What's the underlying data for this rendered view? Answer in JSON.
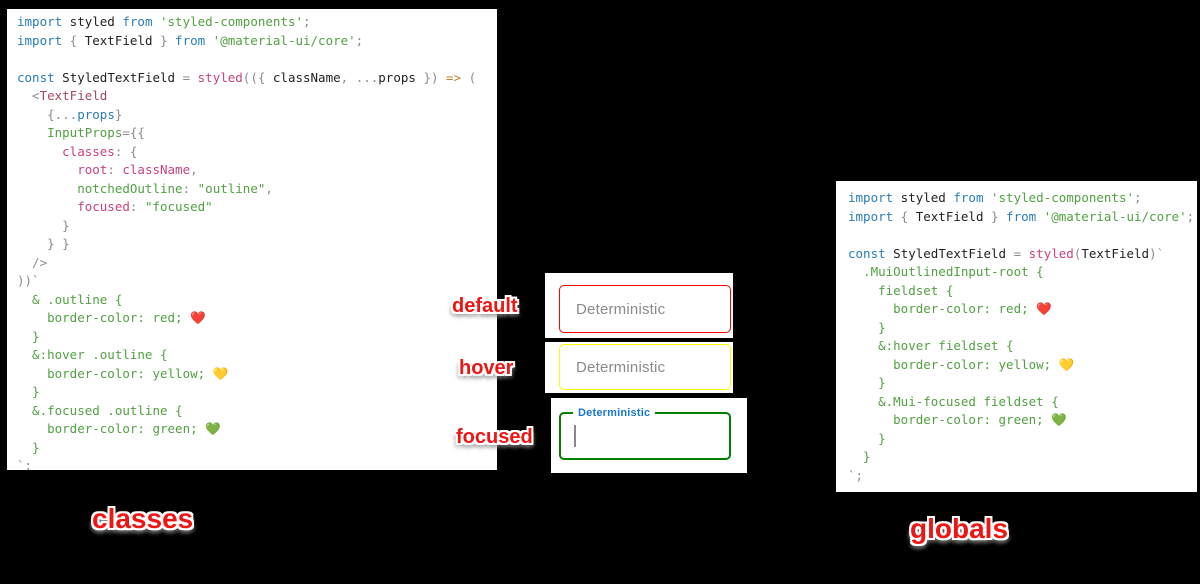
{
  "annotations": {
    "default": "default",
    "hover": "hover",
    "focused": "focused",
    "classes": "classes",
    "globals": "globals"
  },
  "fields": {
    "default": {
      "label": "Deterministic",
      "border_color": "red"
    },
    "hover": {
      "label": "Deterministic",
      "border_color": "yellow"
    },
    "focused": {
      "label": "Deterministic",
      "border_color": "green",
      "label_color": "#1976d2"
    }
  },
  "colors": {
    "canvas_bg": "#000000",
    "panel_bg": "#ffffff",
    "annotation_red": "#ee1515",
    "field_label_grey": "#8a8a8a",
    "focused_label_blue": "#1976d2",
    "cursor_grey": "#888888",
    "syntax": {
      "kw": "#2b7bb9",
      "id": "#222222",
      "str": "#52a043",
      "css": "#52a043",
      "pink": "#c74283",
      "jsx": "#a5485f",
      "grey": "#8c8c8c",
      "arrow": "#c87f33",
      "emoji": "#222222"
    }
  },
  "left_code": {
    "lines": [
      [
        {
          "c": "kw",
          "t": "import"
        },
        {
          "c": "id",
          "t": " styled "
        },
        {
          "c": "kw",
          "t": "from"
        },
        {
          "c": "str",
          "t": " 'styled-components'"
        },
        {
          "c": "grey",
          "t": ";"
        }
      ],
      [
        {
          "c": "kw",
          "t": "import"
        },
        {
          "c": "grey",
          "t": " { "
        },
        {
          "c": "id",
          "t": "TextField"
        },
        {
          "c": "grey",
          "t": " } "
        },
        {
          "c": "kw",
          "t": "from"
        },
        {
          "c": "str",
          "t": " '@material-ui/core'"
        },
        {
          "c": "grey",
          "t": ";"
        }
      ],
      [],
      [
        {
          "c": "kw",
          "t": "const"
        },
        {
          "c": "id",
          "t": " StyledTextField "
        },
        {
          "c": "grey",
          "t": "= "
        },
        {
          "c": "pink",
          "t": "styled"
        },
        {
          "c": "grey",
          "t": "(({ "
        },
        {
          "c": "id",
          "t": "className"
        },
        {
          "c": "grey",
          "t": ", ..."
        },
        {
          "c": "id",
          "t": "props"
        },
        {
          "c": "grey",
          "t": " }) "
        },
        {
          "c": "arrow",
          "t": "=>"
        },
        {
          "c": "grey",
          "t": " ("
        }
      ],
      [
        {
          "c": "grey",
          "t": "  <"
        },
        {
          "c": "jsx",
          "t": "TextField"
        }
      ],
      [
        {
          "c": "grey",
          "t": "    {..."
        },
        {
          "c": "kw",
          "t": "props"
        },
        {
          "c": "grey",
          "t": "}"
        }
      ],
      [
        {
          "c": "str",
          "t": "    InputProps"
        },
        {
          "c": "grey",
          "t": "={{"
        }
      ],
      [
        {
          "c": "pink",
          "t": "      classes"
        },
        {
          "c": "grey",
          "t": ": {"
        }
      ],
      [
        {
          "c": "pink",
          "t": "        root"
        },
        {
          "c": "grey",
          "t": ": "
        },
        {
          "c": "pink",
          "t": "className"
        },
        {
          "c": "grey",
          "t": ","
        }
      ],
      [
        {
          "c": "str",
          "t": "        notchedOutline"
        },
        {
          "c": "grey",
          "t": ": "
        },
        {
          "c": "str",
          "t": "\"outline\""
        },
        {
          "c": "grey",
          "t": ","
        }
      ],
      [
        {
          "c": "pink",
          "t": "        focused"
        },
        {
          "c": "grey",
          "t": ": "
        },
        {
          "c": "str",
          "t": "\"focused\""
        }
      ],
      [
        {
          "c": "grey",
          "t": "      }"
        }
      ],
      [
        {
          "c": "grey",
          "t": "    } }"
        }
      ],
      [
        {
          "c": "grey",
          "t": "  />"
        }
      ],
      [
        {
          "c": "grey",
          "t": "))`"
        }
      ],
      [
        {
          "c": "css",
          "t": "  & .outline {"
        }
      ],
      [
        {
          "c": "css",
          "t": "    border-color: red; "
        },
        {
          "c": "emoji",
          "t": "❤️"
        }
      ],
      [
        {
          "c": "css",
          "t": "  }"
        }
      ],
      [
        {
          "c": "css",
          "t": "  &:hover .outline {"
        }
      ],
      [
        {
          "c": "css",
          "t": "    border-color: yellow; "
        },
        {
          "c": "emoji",
          "t": "💛"
        }
      ],
      [
        {
          "c": "css",
          "t": "  }"
        }
      ],
      [
        {
          "c": "css",
          "t": "  &.focused .outline {"
        }
      ],
      [
        {
          "c": "css",
          "t": "    border-color: green; "
        },
        {
          "c": "emoji",
          "t": "💚"
        }
      ],
      [
        {
          "c": "css",
          "t": "  }"
        }
      ],
      [
        {
          "c": "grey",
          "t": "`;"
        }
      ]
    ]
  },
  "right_code": {
    "lines": [
      [
        {
          "c": "kw",
          "t": "import"
        },
        {
          "c": "id",
          "t": " styled "
        },
        {
          "c": "kw",
          "t": "from"
        },
        {
          "c": "str",
          "t": " 'styled-components'"
        },
        {
          "c": "grey",
          "t": ";"
        }
      ],
      [
        {
          "c": "kw",
          "t": "import"
        },
        {
          "c": "grey",
          "t": " { "
        },
        {
          "c": "id",
          "t": "TextField"
        },
        {
          "c": "grey",
          "t": " } "
        },
        {
          "c": "kw",
          "t": "from"
        },
        {
          "c": "str",
          "t": " '@material-ui/core'"
        },
        {
          "c": "grey",
          "t": ";"
        }
      ],
      [],
      [
        {
          "c": "kw",
          "t": "const"
        },
        {
          "c": "id",
          "t": " StyledTextField "
        },
        {
          "c": "grey",
          "t": "= "
        },
        {
          "c": "pink",
          "t": "styled"
        },
        {
          "c": "grey",
          "t": "("
        },
        {
          "c": "id",
          "t": "TextField"
        },
        {
          "c": "grey",
          "t": ")`"
        }
      ],
      [
        {
          "c": "css",
          "t": "  .MuiOutlinedInput-root {"
        }
      ],
      [
        {
          "c": "css",
          "t": "    fieldset {"
        }
      ],
      [
        {
          "c": "css",
          "t": "      border-color: red; "
        },
        {
          "c": "emoji",
          "t": "❤️"
        }
      ],
      [
        {
          "c": "css",
          "t": "    }"
        }
      ],
      [
        {
          "c": "css",
          "t": "    &:hover fieldset {"
        }
      ],
      [
        {
          "c": "css",
          "t": "      border-color: yellow; "
        },
        {
          "c": "emoji",
          "t": "💛"
        }
      ],
      [
        {
          "c": "css",
          "t": "    }"
        }
      ],
      [
        {
          "c": "css",
          "t": "    &.Mui-focused fieldset {"
        }
      ],
      [
        {
          "c": "css",
          "t": "      border-color: green; "
        },
        {
          "c": "emoji",
          "t": "💚"
        }
      ],
      [
        {
          "c": "css",
          "t": "    }"
        }
      ],
      [
        {
          "c": "css",
          "t": "  }"
        }
      ],
      [
        {
          "c": "grey",
          "t": "`;"
        }
      ]
    ]
  }
}
